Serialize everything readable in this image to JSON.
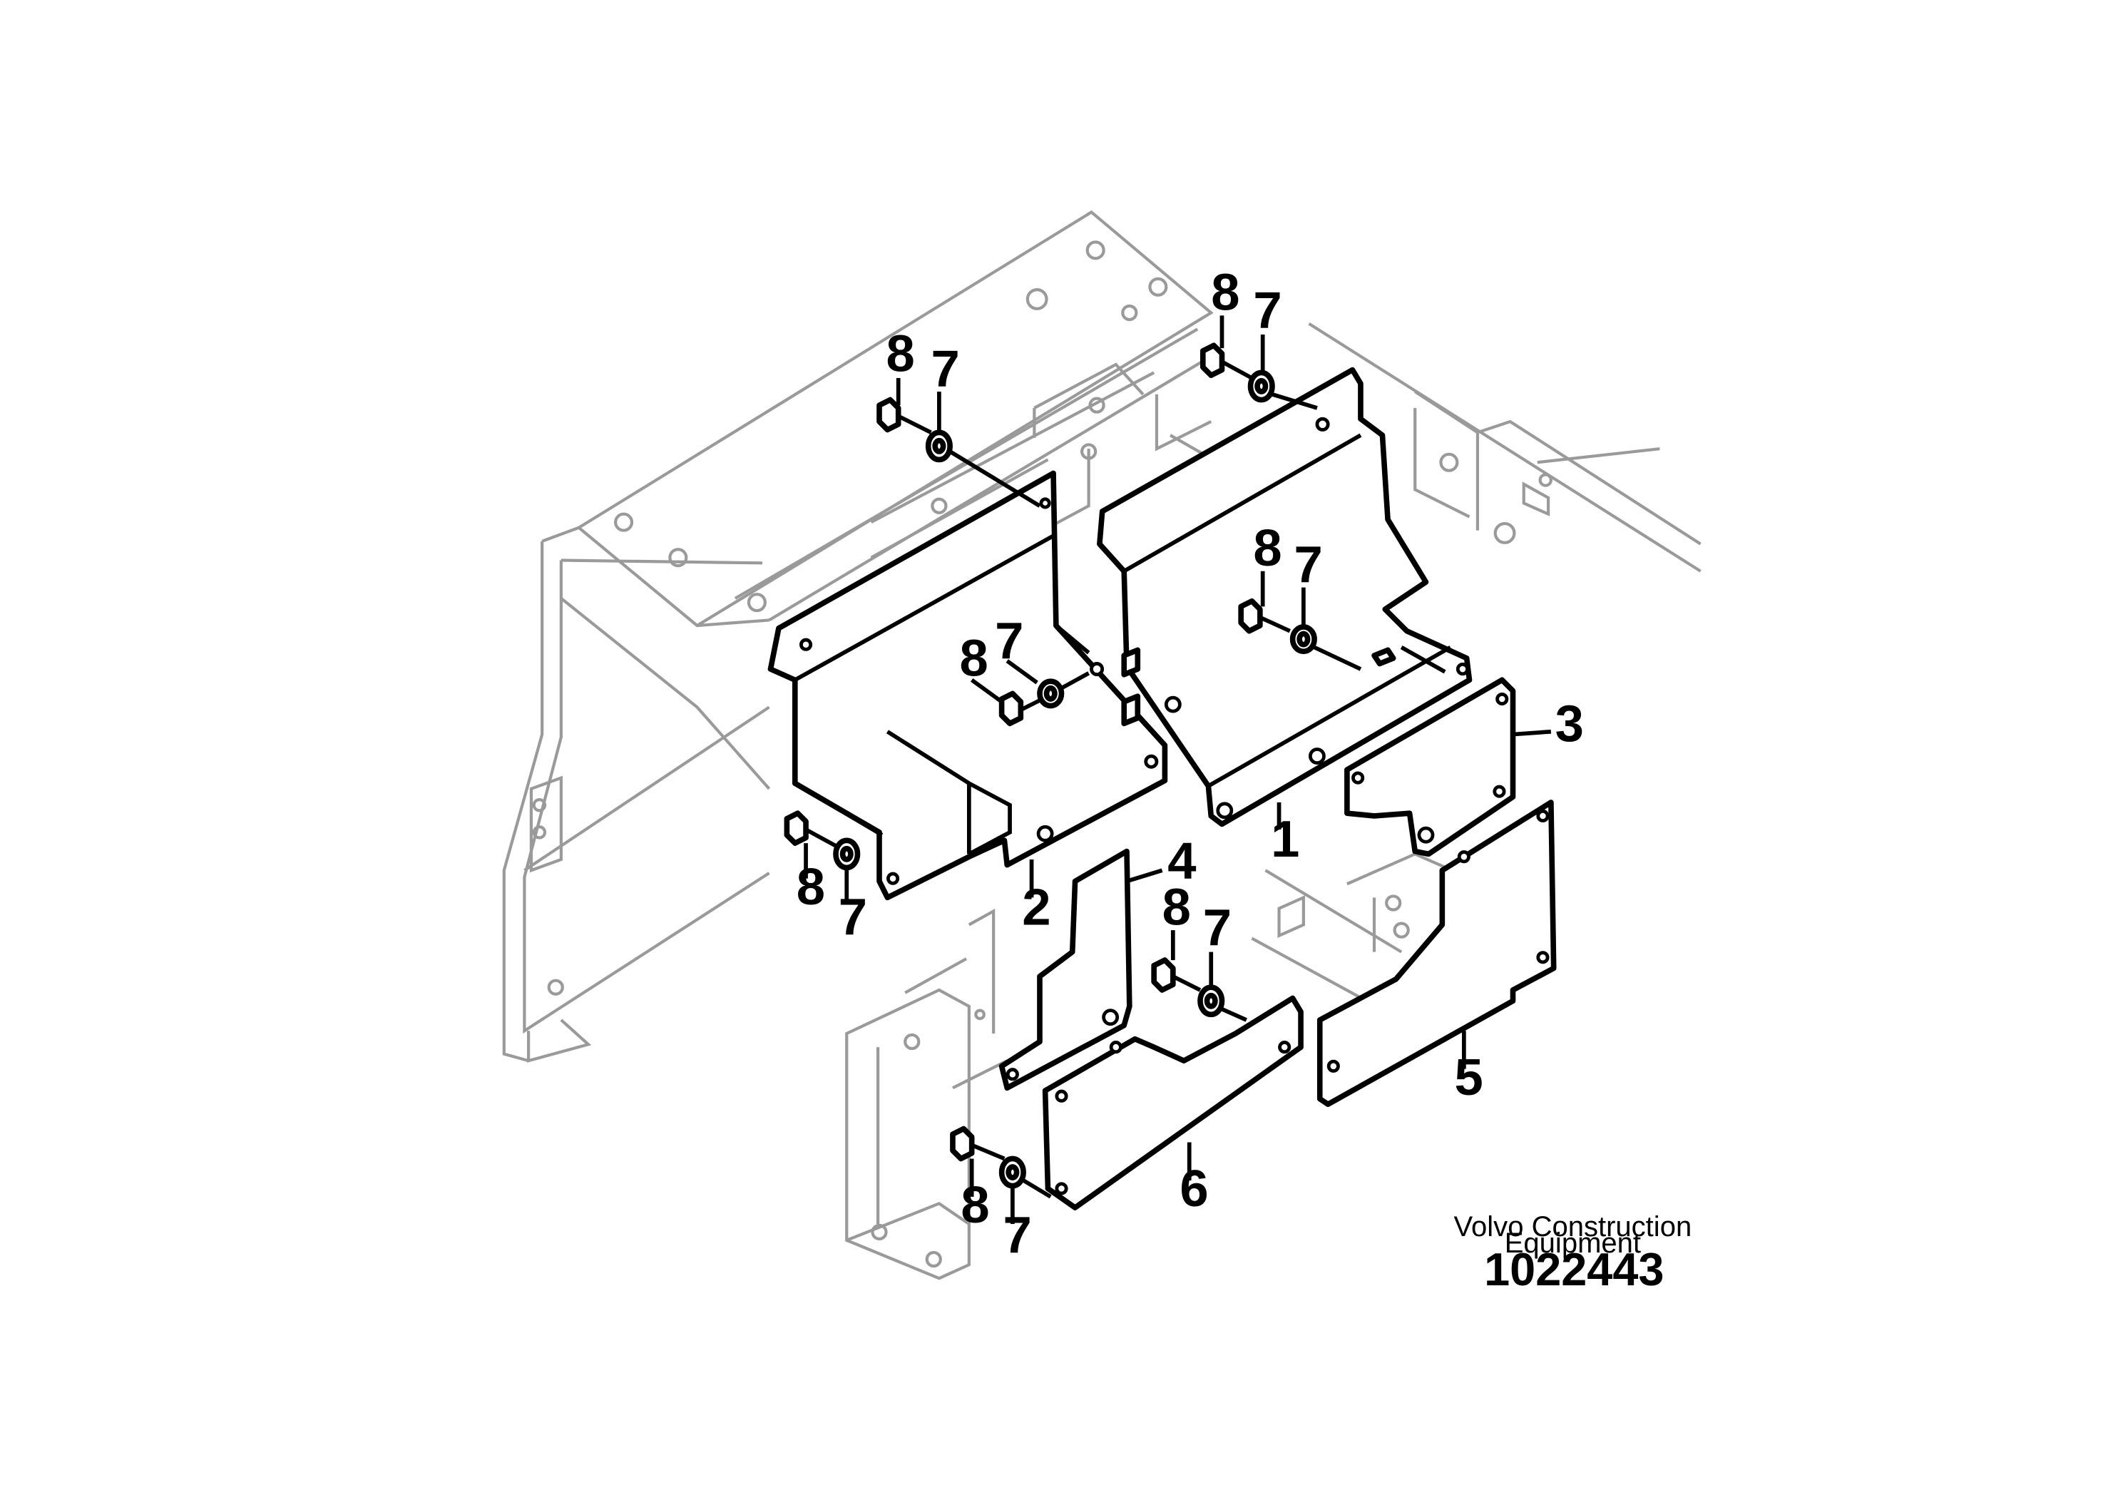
{
  "diagram": {
    "callouts": [
      {
        "id": "1",
        "label": "1"
      },
      {
        "id": "2",
        "label": "2"
      },
      {
        "id": "3",
        "label": "3"
      },
      {
        "id": "4",
        "label": "4"
      },
      {
        "id": "5",
        "label": "5"
      },
      {
        "id": "6",
        "label": "6"
      },
      {
        "id": "7",
        "label": "7"
      },
      {
        "id": "8",
        "label": "8"
      }
    ]
  },
  "footer": {
    "brand_line1": "Volvo Construction",
    "brand_line2": "Equipment",
    "doc_number": "1022443"
  }
}
